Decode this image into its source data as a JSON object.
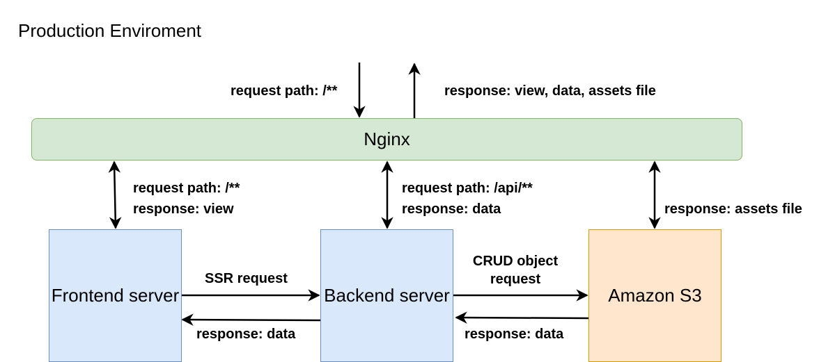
{
  "title": "Production Enviroment",
  "nodes": {
    "nginx": {
      "label": "Nginx",
      "fill": "#d5e8d4",
      "stroke": "#82b366"
    },
    "frontend": {
      "label": "Frontend server",
      "fill": "#dae8fc",
      "stroke": "#6c8ebf"
    },
    "backend": {
      "label": "Backend server",
      "fill": "#dae8fc",
      "stroke": "#6c8ebf"
    },
    "s3": {
      "label": "Amazon S3",
      "fill": "#ffe6cc",
      "stroke": "#d79b00"
    }
  },
  "edges": {
    "client_request": "request path: /**",
    "client_response": "response: view, data, assets file",
    "frontend_request": "request path: /**",
    "frontend_response": "response: view",
    "backend_request": "request path: /api/**",
    "backend_response": "response: data",
    "s3_response": "response: assets file",
    "ssr_request": "SSR request",
    "ssr_response": "response: data",
    "crud_request_line1": "CRUD object",
    "crud_request_line2": "request",
    "s3_data_response": "response: data"
  }
}
